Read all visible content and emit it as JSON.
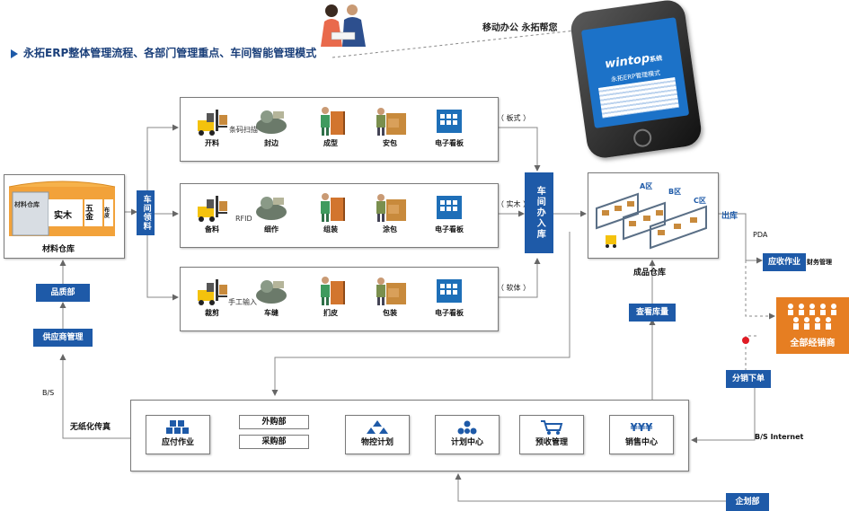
{
  "header": {
    "title": "永拓ERP整体管理流程、各部门管理重点、车间智能管理模式",
    "callout": "移动办公 永拓帮您"
  },
  "phone": {
    "logo": "wintop",
    "logo_sub": "系统",
    "screen_title": "永拓ERP管理模式"
  },
  "warehouse": {
    "label": "材料仓库",
    "sign": "材料仓库",
    "sections": [
      "实木",
      "五金",
      "布皮"
    ]
  },
  "left_chain": {
    "quality": "品质部",
    "supplier": "供应商管理",
    "bs": "B/S",
    "fax": "无纸化传真"
  },
  "picking": "车间领料",
  "production": {
    "rows": [
      {
        "type": "板式",
        "input": "条码扫描",
        "steps": [
          "开料",
          "封边",
          "成型",
          "安包",
          "电子看板"
        ]
      },
      {
        "type": "实木",
        "input": "RFID",
        "steps": [
          "备料",
          "细作",
          "组装",
          "涂包",
          "电子看板"
        ]
      },
      {
        "type": "软体",
        "input": "手工输入",
        "steps": [
          "裁剪",
          "车缝",
          "扪皮",
          "包装",
          "电子看板"
        ]
      }
    ],
    "entry": "车间办入库"
  },
  "finished": {
    "label": "成品仓库",
    "zones": [
      "A区",
      "B区",
      "C区"
    ],
    "check": "查看库量",
    "out": "出库",
    "pda": "PDA",
    "receivable": "应收作业",
    "finance": "财务管理"
  },
  "dealers": {
    "label": "全部经销商",
    "order": "分销下单",
    "link": "B/S Internet"
  },
  "bottom": {
    "modules": [
      {
        "label": "应付作业",
        "icon": "payables-icon"
      },
      {
        "label": "物控计划",
        "icon": "material-control-icon"
      },
      {
        "label": "计划中心",
        "icon": "planning-icon"
      },
      {
        "label": "预收管理",
        "icon": "cart-icon"
      },
      {
        "label": "销售中心",
        "icon": "yen-icon",
        "glyph": "¥¥¥"
      }
    ],
    "purchase": [
      "外购部",
      "采购部"
    ],
    "planning_dept": "企划部"
  }
}
